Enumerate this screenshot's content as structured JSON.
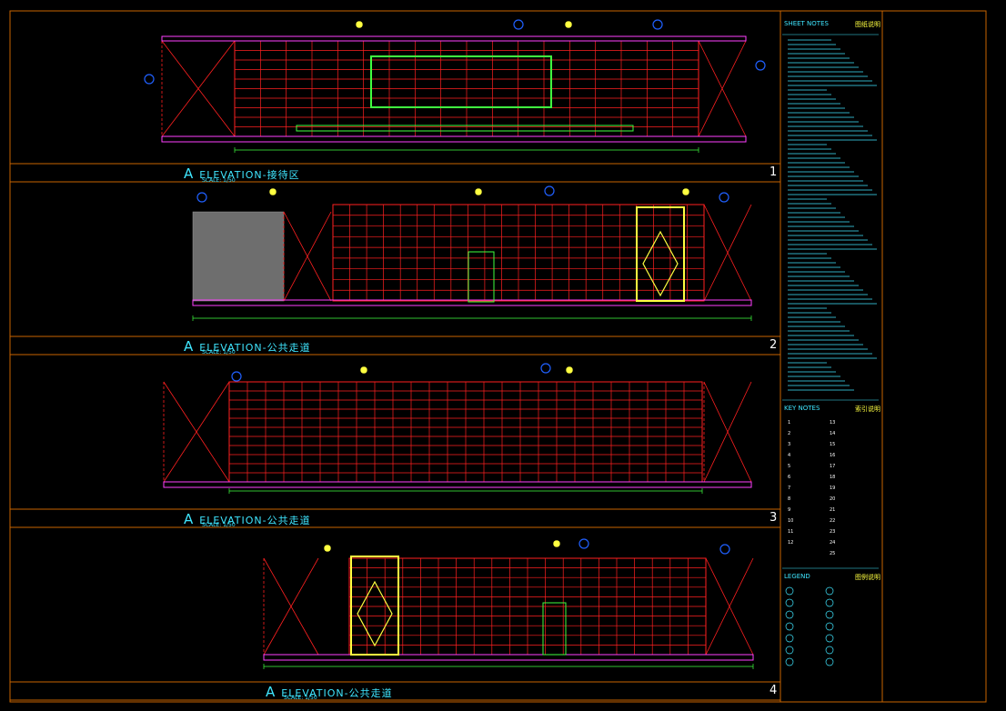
{
  "elevations": [
    {
      "prefix": "A",
      "title": "ELEVATION-接待区",
      "scale": "SCALE: 1/50",
      "number": "1"
    },
    {
      "prefix": "A",
      "title": "ELEVATION-公共走道",
      "scale": "SCALE: 1/50",
      "number": "2"
    },
    {
      "prefix": "A",
      "title": "ELEVATION-公共走道",
      "scale": "SCALE: 1/50",
      "number": "3"
    },
    {
      "prefix": "A",
      "title": "ELEVATION-公共走道",
      "scale": "SCALE: 1/50",
      "number": "4"
    }
  ],
  "sidebar": {
    "sheet_notes_title": "SHEET NOTES",
    "sheet_notes_cn": "图纸说明",
    "key_notes_title": "KEY NOTES",
    "key_notes_cn": "索引说明",
    "legend_title": "LEGEND",
    "legend_cn": "图例说明"
  },
  "key_note_numbers": [
    "1",
    "2",
    "3",
    "4",
    "5",
    "6",
    "7",
    "8",
    "9",
    "10",
    "11",
    "12",
    "13",
    "14",
    "15",
    "16",
    "17",
    "18",
    "19",
    "20",
    "21",
    "22",
    "23",
    "24",
    "25"
  ],
  "colors": {
    "background": "#000000",
    "frame": "#c86400",
    "title_text": "#3fe6ff",
    "wall_grid": "#ff2020",
    "outline": "#ff40ff",
    "feature": "#40ff40",
    "door": "#ffff40",
    "dimension": "#40ff40",
    "callout": "#2060ff"
  }
}
